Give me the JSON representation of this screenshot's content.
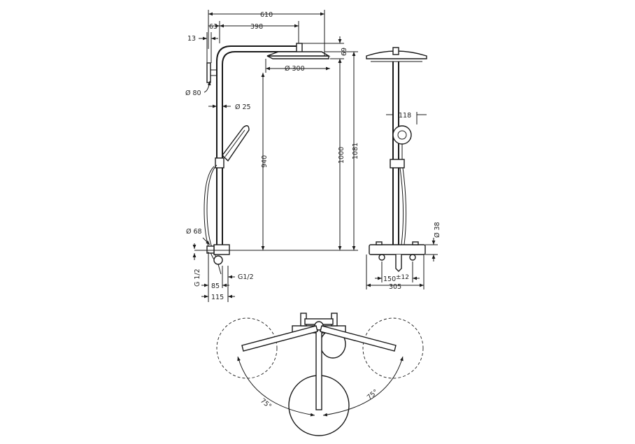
{
  "dimensions": {
    "total_width": "610",
    "offset_63": "63",
    "arm_398": "398",
    "wall_13": "13",
    "head_height_69": "69",
    "head_diameter": "Ø 300",
    "rose_diameter": "Ø 80",
    "pipe_diameter": "Ø 25",
    "height_940": "940",
    "height_1000": "1000",
    "height_1081": "1081",
    "body_diameter": "Ø 68",
    "thread_left": "G 1/2",
    "thread_right": "G1/2",
    "depth_85": "85",
    "depth_115": "115",
    "handshower_118": "118",
    "body_38": "Ø 38",
    "spacing_150": "150",
    "tolerance": "±12",
    "width_305": "305",
    "angle_left": "75°",
    "angle_right": "75°"
  }
}
